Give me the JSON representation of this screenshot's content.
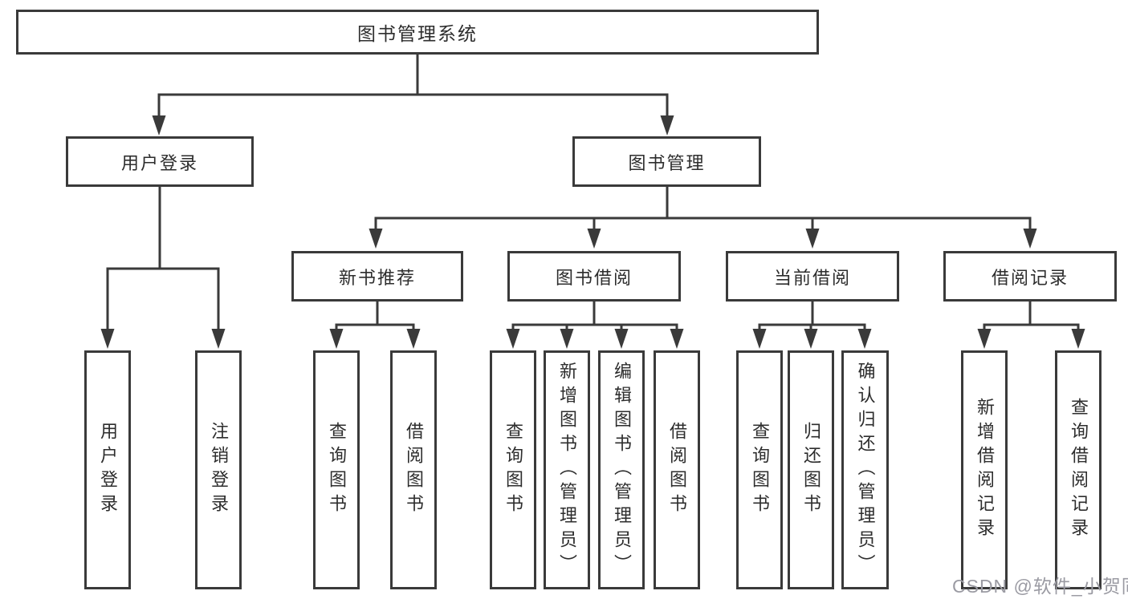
{
  "tree": {
    "root": "图书管理系统",
    "children": [
      {
        "label": "用户登录",
        "children": [
          "用户登录",
          "注销登录"
        ]
      },
      {
        "label": "图书管理",
        "children": [
          {
            "label": "新书推荐",
            "children": [
              "查询图书",
              "借阅图书"
            ]
          },
          {
            "label": "图书借阅",
            "children": [
              "查询图书",
              "新增图书（管理员）",
              "编辑图书（管理员）",
              "借阅图书"
            ]
          },
          {
            "label": "当前借阅",
            "children": [
              "查询图书",
              "归还图书",
              "确认归还（管理员）"
            ]
          },
          {
            "label": "借阅记录",
            "children": [
              "新增借阅记录",
              "查询借阅记录"
            ]
          }
        ]
      }
    ]
  },
  "watermark": {
    "text": "CSDN @软件_小贺同学"
  },
  "colors": {
    "line": "#3a3a3a",
    "text": "#2d2d2d",
    "watermark": "#9b9ba3",
    "background": "#ffffff"
  }
}
